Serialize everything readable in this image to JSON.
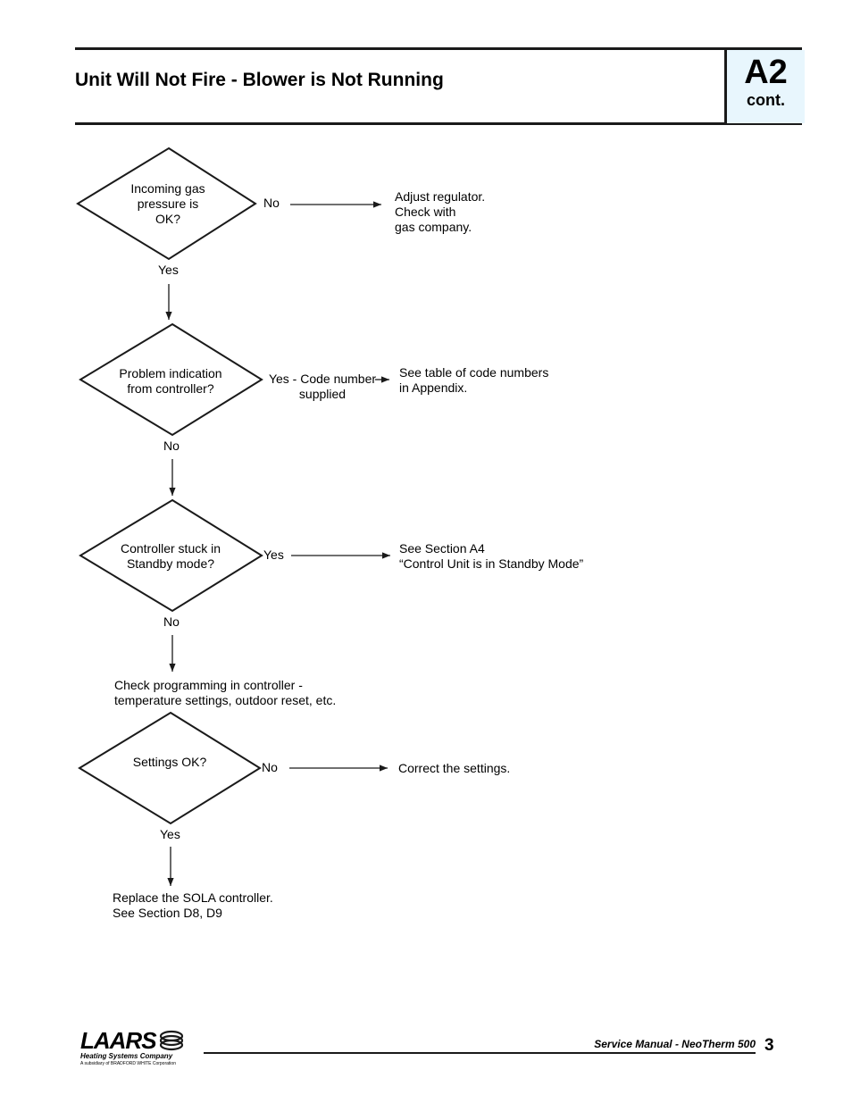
{
  "header": {
    "title": "Unit Will Not Fire - Blower is Not Running",
    "section_code": "A2",
    "section_sub": "cont."
  },
  "flowchart": {
    "q1": {
      "line1": "Incoming gas",
      "line2": "pressure is",
      "line3": "OK?",
      "no_label": "No",
      "yes_label": "Yes"
    },
    "r1": {
      "line1": "Adjust regulator.",
      "line2": "Check with",
      "line3": "gas company."
    },
    "q2": {
      "line1": "Problem indication",
      "line2": "from controller?",
      "yes_line1": "Yes - Code number",
      "yes_line2": "supplied",
      "no_label": "No"
    },
    "r2": {
      "line1": "See table of code numbers",
      "line2": "in Appendix."
    },
    "q3": {
      "line1": "Controller stuck in",
      "line2": "Standby mode?",
      "yes_label": "Yes",
      "no_label": "No"
    },
    "r3": {
      "line1": "See Section A4",
      "line2": "“Control Unit is in Standby Mode”"
    },
    "step": {
      "line1": "Check programming in controller -",
      "line2": "temperature settings, outdoor reset, etc."
    },
    "q4": {
      "line1": "Settings OK?",
      "no_label": "No",
      "yes_label": "Yes"
    },
    "r4": {
      "line1": "Correct the settings."
    },
    "final": {
      "line1": "Replace the SOLA controller.",
      "line2": "See Section D8, D9"
    }
  },
  "footer": {
    "logo_text": "LAARS",
    "logo_subtitle": "Heating Systems Company",
    "logo_fineprint": "A subsidiary of BRADFORD WHITE Corporation",
    "manual_title": "Service Manual - NeoTherm 500",
    "page_number": "3"
  },
  "colors": {
    "badge_bg": "#e8f6fd",
    "line": "#1a1a1a"
  }
}
